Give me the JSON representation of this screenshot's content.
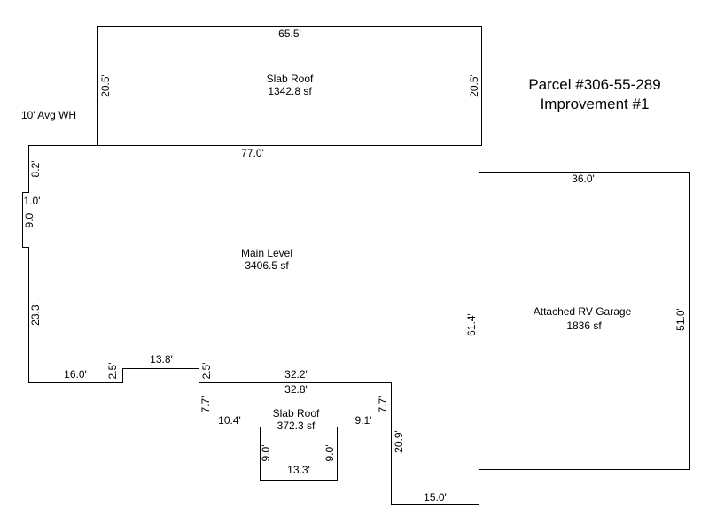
{
  "header": {
    "parcel": "Parcel #306-55-289",
    "improvement": "Improvement #1"
  },
  "note": "10' Avg WH",
  "areas": {
    "slab_roof_top": {
      "name": "Slab Roof",
      "area": "1342.8 sf"
    },
    "main_level": {
      "name": "Main Level",
      "area": "3406.5 sf"
    },
    "rv_garage": {
      "name": "Attached RV Garage",
      "area": "1836 sf"
    },
    "slab_roof_bottom": {
      "name": "Slab Roof",
      "area": "372.3 sf"
    }
  },
  "dimensions": {
    "slab_top_width": "65.5'",
    "slab_left_height": "20.5'",
    "slab_right_height": "20.5'",
    "main_top_width": "77.0'",
    "main_left_upper": "8.2'",
    "main_notch_depth": "1.0'",
    "main_notch_height": "9.0'",
    "main_left_lower": "23.3'",
    "main_bottom_left": "16.0'",
    "step_left_rise": "2.5'",
    "step_top": "13.8'",
    "step_right_drop": "2.5'",
    "bump_top_outer": "32.2'",
    "bump_top_inner": "32.8'",
    "bump_left_drop": "7.7'",
    "bump_right_drop": "7.7'",
    "bump_left_ledge": "10.4'",
    "bump_right_ledge": "9.1'",
    "recess_left": "9.0'",
    "recess_right": "9.0'",
    "recess_bottom": "13.3'",
    "tail_height": "20.9'",
    "tail_bottom": "15.0'",
    "main_right_height": "61.4'",
    "garage_width": "36.0'",
    "garage_height": "51.0'"
  }
}
